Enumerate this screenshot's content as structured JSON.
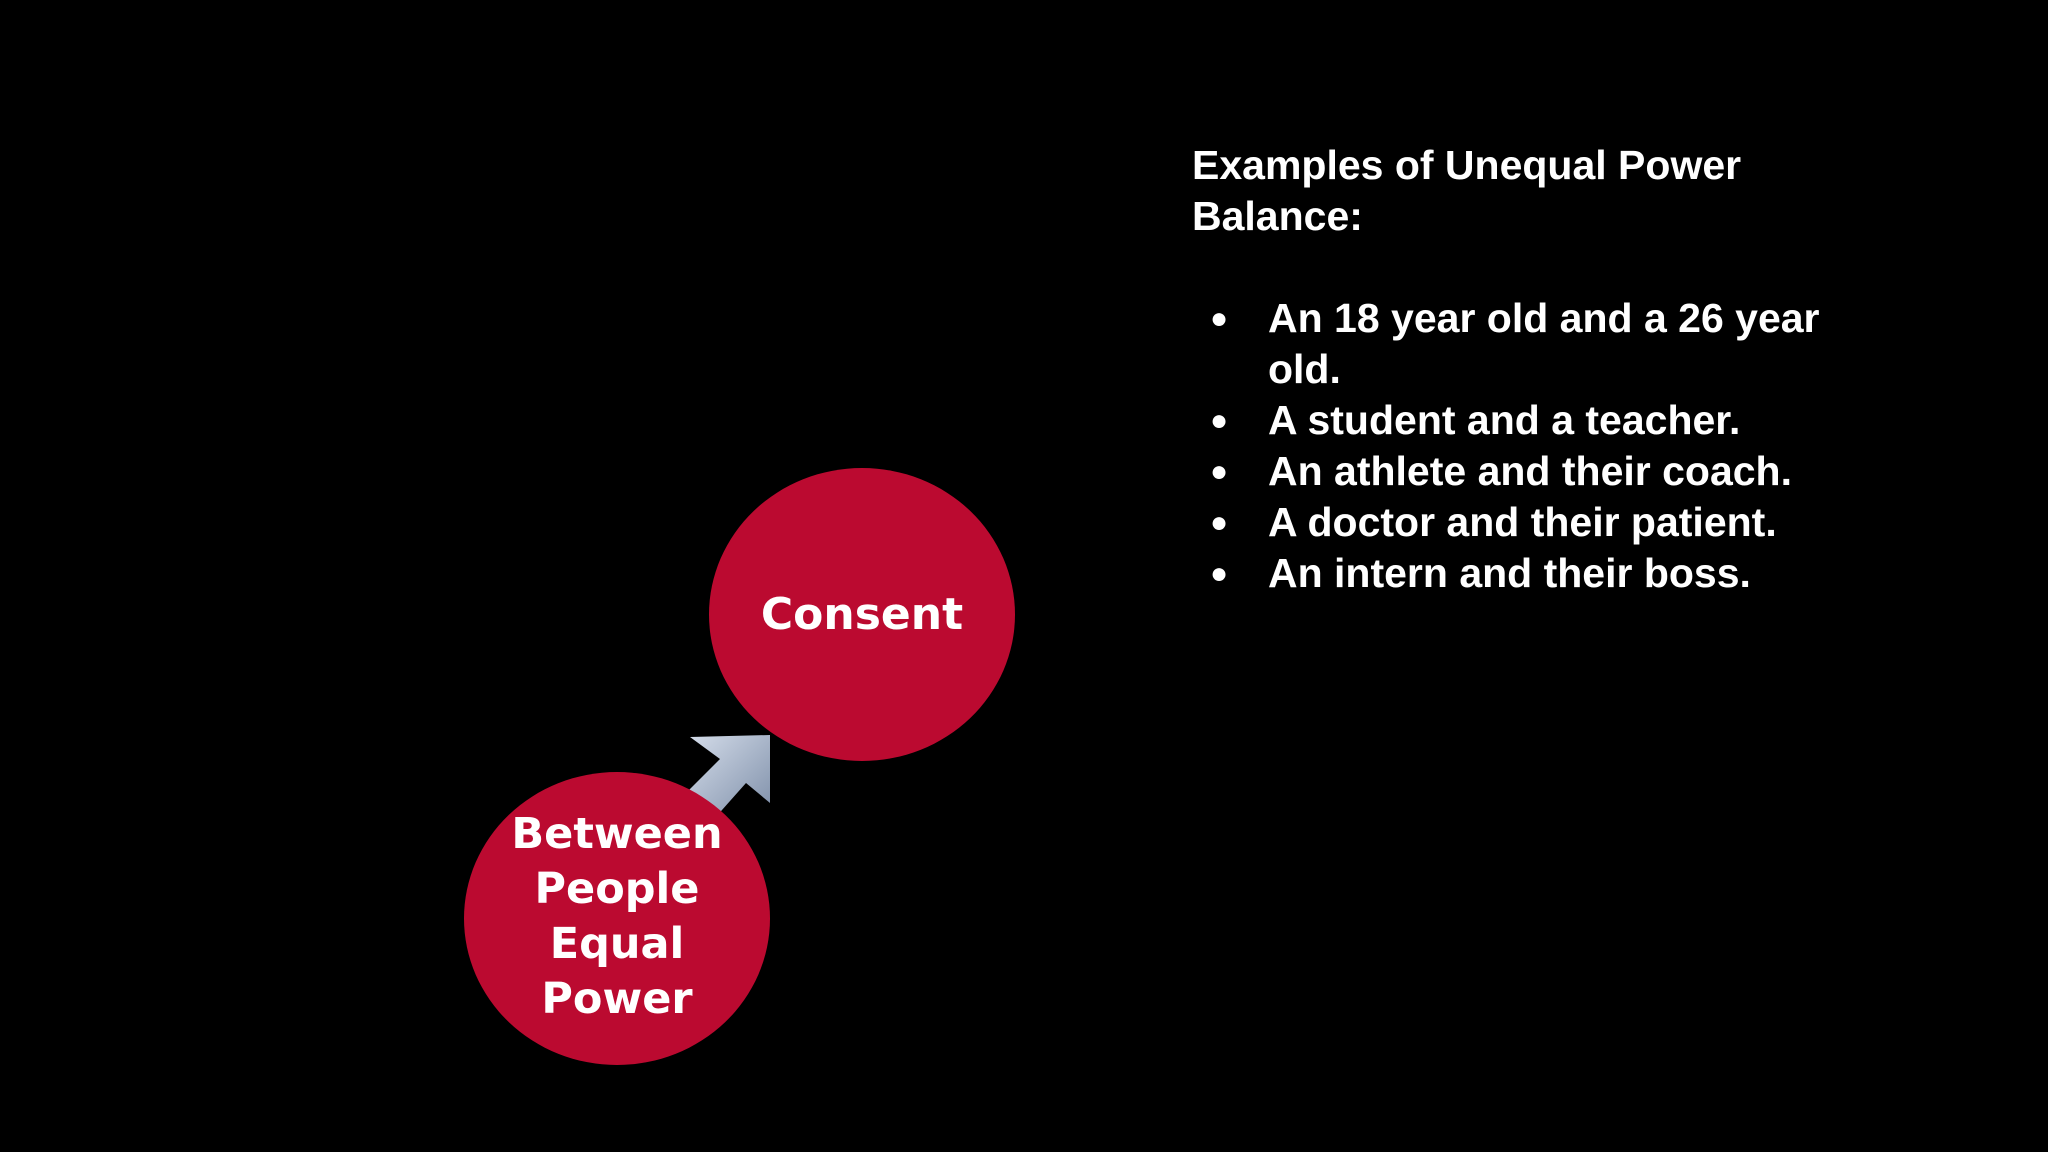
{
  "diagram": {
    "nodes": [
      {
        "id": "consent",
        "label": "Consent"
      },
      {
        "id": "between",
        "label": "Between\nPeople\nEqual\nPower"
      }
    ],
    "edges": [
      {
        "from": "between",
        "to": "consent"
      }
    ],
    "colors": {
      "node_fill": "#bb0a30",
      "arrow_light": "#c9d3e3",
      "arrow_dark": "#7d8ea8",
      "background": "#000000"
    }
  },
  "examples": {
    "title": "Examples of Unequal Power Balance:",
    "bullet_glyph": "●",
    "items": [
      "An 18 year old and a 26 year old.",
      "A student and a teacher.",
      "An athlete and their coach.",
      "A doctor and their patient.",
      "An intern and their boss."
    ]
  }
}
